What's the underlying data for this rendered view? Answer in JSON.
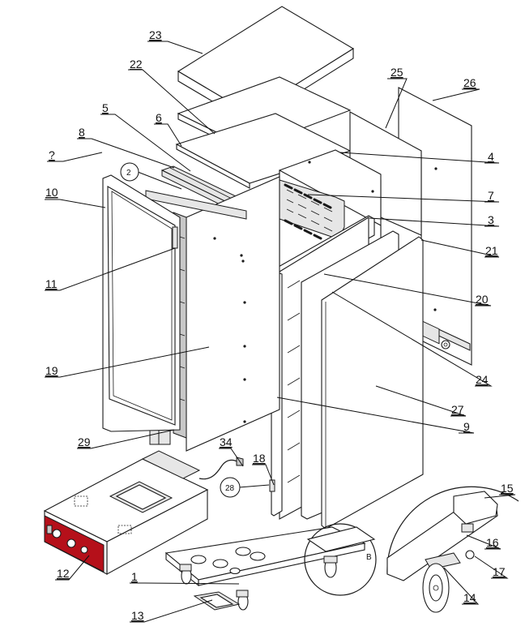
{
  "callouts": {
    "c1": "1",
    "c3": "3",
    "c4": "4",
    "c5": "5",
    "c6": "6",
    "c7": "7",
    "c8": "8",
    "c9": "9",
    "c10": "10",
    "c11": "11",
    "c12": "12",
    "c13": "13",
    "c14": "14",
    "c15": "15",
    "c16": "16",
    "c17": "17",
    "c18": "18",
    "c19": "19",
    "c20": "20",
    "c21": "21",
    "c22": "22",
    "c23": "23",
    "c24": "24",
    "c25": "25",
    "c26": "26",
    "c27": "27",
    "c29": "29",
    "c34": "34",
    "cq": "?"
  },
  "circled": {
    "c2": "2",
    "c28": "28"
  },
  "detail_label": "B",
  "colors": {
    "control_panel": "#b5101a",
    "line": "#1a1a1a"
  }
}
